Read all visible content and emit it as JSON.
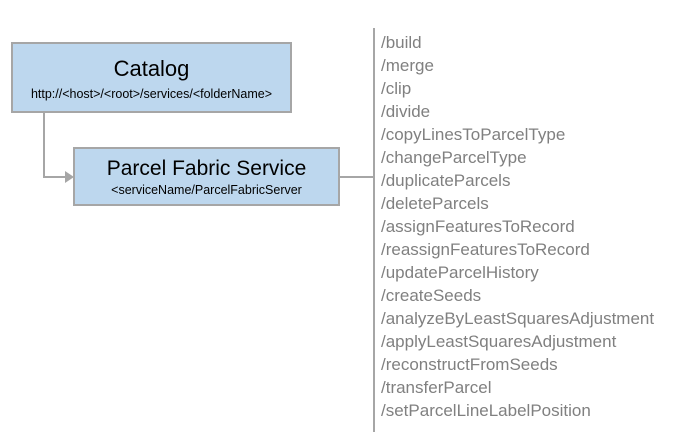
{
  "diagram": {
    "type": "architecture-flow",
    "nodes": [
      {
        "id": "catalog",
        "title": "Catalog",
        "subtitle": "http://<host>/<root>/services/<folderName>"
      },
      {
        "id": "service",
        "title": "Parcel Fabric Service",
        "subtitle": "<serviceName/ParcelFabricServer"
      }
    ],
    "operations": [
      "/build",
      "/merge",
      "/clip",
      "/divide",
      "/copyLinesToParcelType",
      "/changeParcelType",
      "/duplicateParcels",
      "/deleteParcels",
      "/assignFeaturesToRecord",
      "/reassignFeaturesToRecord",
      "/updateParcelHistory",
      "/createSeeds",
      "/analyzeByLeastSquaresAdjustment",
      "/applyLeastSquaresAdjustment",
      "/reconstructFromSeeds",
      "/transferParcel",
      "/setParcelLineLabelPosition"
    ],
    "colors": {
      "node_fill": "#bdd7ee",
      "node_border": "#a6a6a6",
      "connector": "#a6a6a6",
      "operation_text": "#808080",
      "node_text": "#000000",
      "background": "#ffffff"
    }
  }
}
